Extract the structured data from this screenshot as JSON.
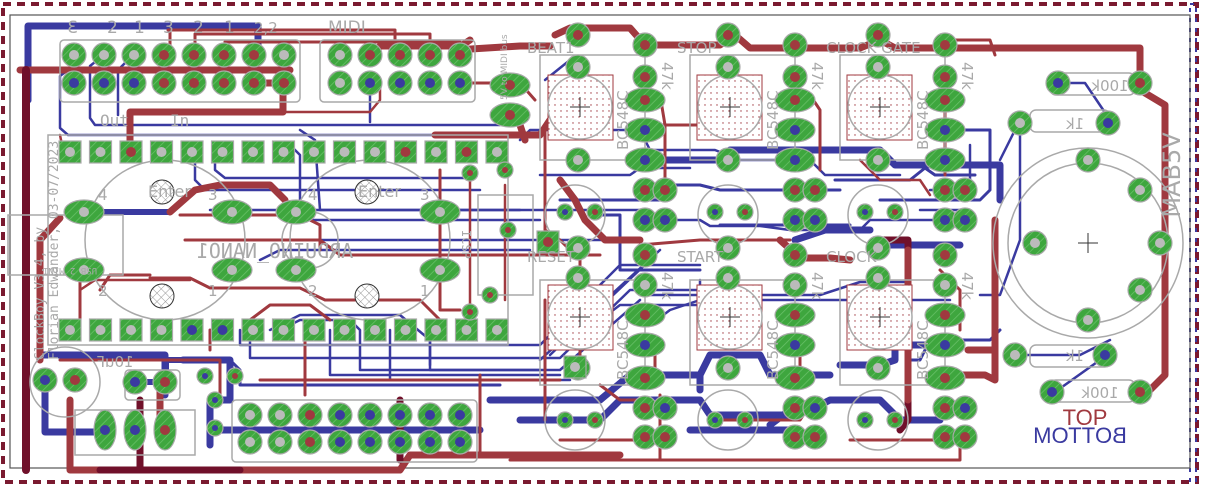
{
  "app": {
    "title": "ClockBoy PCB layout",
    "view": "board"
  },
  "colors": {
    "top_copper": "#a0393f",
    "top_copper_dark": "#70102a",
    "bottom_copper": "#3a3aa0",
    "pad": "#3ea63e",
    "silkscreen": "#a9a9a9",
    "outline": "#707070",
    "dimension": "#7a1a30",
    "background": "#ffffff",
    "top_label": "#a0393f",
    "bottom_label": "#3a3aa0"
  },
  "labels": {
    "credit_line1": "ClockBoy V3.4, by",
    "credit_line2": "Florian Edwander, 03-07/2023",
    "arduino": "ARDUINO_NANO1",
    "usb": "USB 2 MINI",
    "midi": "MIDI",
    "header_nums": [
      "3",
      "2",
      "1",
      "3",
      "2",
      "1",
      "2,2"
    ],
    "in": "In",
    "out": "Out",
    "out_num": "4",
    "midi_bus": "5V to MIDI bus",
    "beat1": "BEAT1",
    "stop": "STOP",
    "clock_gate": "CLOCK GATE",
    "reset": "RESET",
    "start": "START",
    "clock": "CLOCK",
    "icsp": "ICSP",
    "enter_a": "Enter",
    "enter_b": "Enter",
    "enc_a_nums": [
      "4",
      "3",
      "2",
      "1"
    ],
    "enc_b_nums": [
      "4",
      "3",
      "2",
      "1"
    ],
    "transistor": "BC548C",
    "resistor_47k": "47k",
    "res_100k_a": "100k",
    "res_1k_a": "1k",
    "res_1k_b": "1k",
    "res_100k_b": "100k",
    "cap": "10uF",
    "mab5v": "MAB5V",
    "top": "TOP",
    "bottom": "BOTTOM"
  }
}
